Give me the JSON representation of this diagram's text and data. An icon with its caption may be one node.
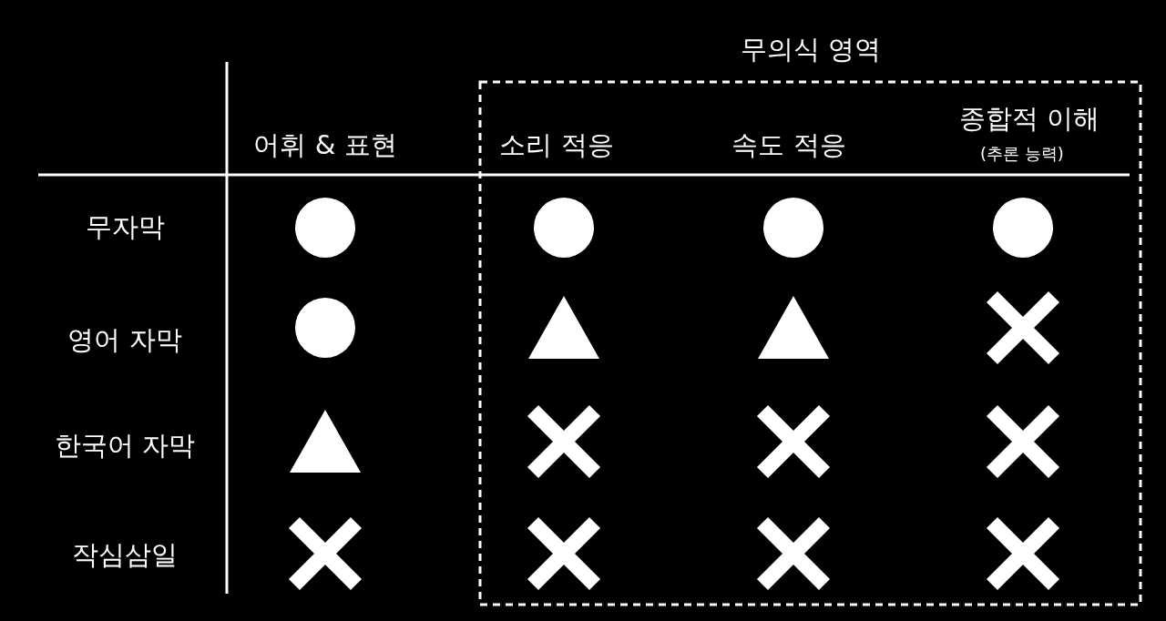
{
  "diagram": {
    "nodes": [
      {
        "text": [
          "무의식 영역"
        ]
      },
      {
        "text": [],
        "shape": "circle"
      },
      {
        "text": [],
        "shape": "circle",
        "in": 0
      },
      {
        "text": [],
        "shape": "circle",
        "in": 0
      },
      {
        "text": [],
        "shape": "circle",
        "in": 0
      },
      {
        "text": [],
        "shape": "circle"
      },
      {
        "text": [],
        "shape": "triangle",
        "in": 0
      },
      {
        "text": [],
        "shape": "triangle",
        "in": 0
      },
      {
        "text": [],
        "shape": "cross",
        "in": 0
      },
      {
        "text": [],
        "shape": "triangle"
      },
      {
        "text": [],
        "shape": "cross",
        "in": 0
      },
      {
        "text": [],
        "shape": "cross",
        "in": 0
      },
      {
        "text": [],
        "shape": "cross",
        "in": 0
      },
      {
        "text": [],
        "shape": "cross"
      },
      {
        "text": [],
        "shape": "cross",
        "in": 0
      },
      {
        "text": [],
        "shape": "cross",
        "in": 0
      },
      {
        "text": [],
        "shape": "cross",
        "in": 0
      }
    ],
    "labels": [
      "어휘 & 표현",
      "소리 적응",
      "속도 적응",
      "종합적 이해",
      "(추론 능력)",
      "무자막",
      "영어 자막",
      "한국어 자막",
      "작심삼일"
    ]
  }
}
